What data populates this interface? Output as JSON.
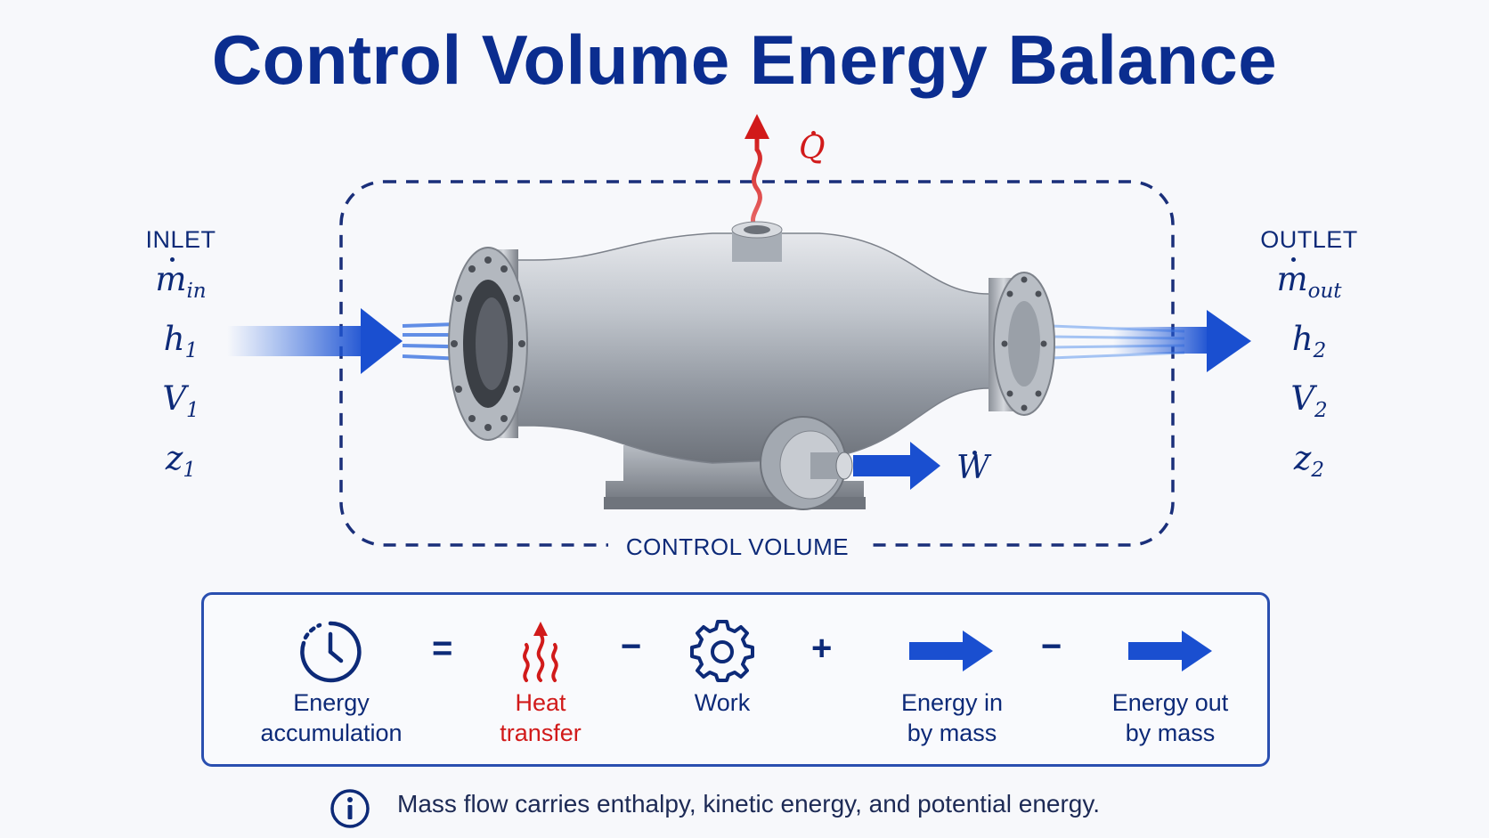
{
  "title": "Control Volume Energy Balance",
  "inlet": {
    "caption": "INLET",
    "vars": [
      {
        "base": "m",
        "sub": "in",
        "dot": true
      },
      {
        "base": "h",
        "sub": "1"
      },
      {
        "base": "V",
        "sub": "1"
      },
      {
        "base": "z",
        "sub": "1"
      }
    ]
  },
  "outlet": {
    "caption": "OUTLET",
    "vars": [
      {
        "base": "m",
        "sub": "out",
        "dot": true
      },
      {
        "base": "h",
        "sub": "2"
      },
      {
        "base": "V",
        "sub": "2"
      },
      {
        "base": "z",
        "sub": "2"
      }
    ]
  },
  "heat_symbol": "Q",
  "work_symbol": "W",
  "control_volume_label": "CONTROL VOLUME",
  "equation": {
    "terms": [
      {
        "line1": "Energy",
        "line2": "accumulation",
        "icon": "clock-icon"
      },
      {
        "line1": "Heat",
        "line2": "transfer",
        "icon": "heat-icon"
      },
      {
        "line1": "Work",
        "line2": "",
        "icon": "gear-icon"
      },
      {
        "line1": "Energy in",
        "line2": "by mass",
        "icon": "arrow-right-icon"
      },
      {
        "line1": "Energy out",
        "line2": "by mass",
        "icon": "arrow-right-icon"
      }
    ],
    "operators": [
      "=",
      "−",
      "+",
      "−"
    ]
  },
  "note": {
    "icon": "info-icon",
    "text": "Mass flow carries enthalpy, kinetic energy, and potential energy."
  },
  "colors": {
    "navy": "#0b2d8f",
    "blue": "#1a4fd0",
    "red": "#d11a1a",
    "steel": "#a9afb8"
  }
}
